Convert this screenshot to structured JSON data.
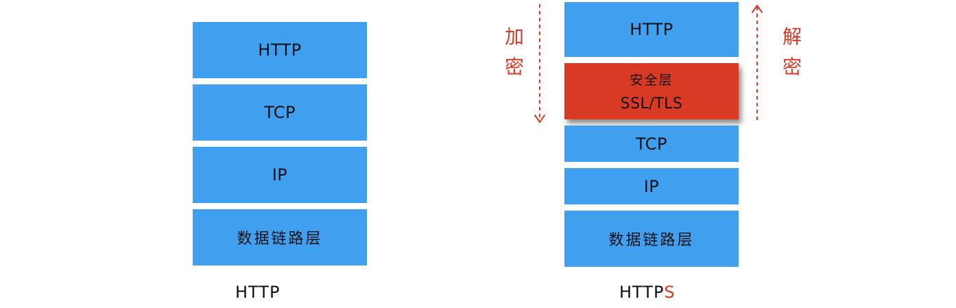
{
  "http_stack": {
    "caption": "HTTP",
    "layers": [
      "HTTP",
      "TCP",
      "IP",
      "数据链路层"
    ]
  },
  "https_stack": {
    "caption_prefix": "HTTP",
    "caption_suffix": "S",
    "layers": {
      "http": "HTTP",
      "security_line1": "安全层",
      "security_line2": "SSL/TLS",
      "tcp": "TCP",
      "ip": "IP",
      "datalink": "数据链路层"
    }
  },
  "labels": {
    "encrypt": [
      "加",
      "密"
    ],
    "decrypt": [
      "解",
      "密"
    ]
  },
  "colors": {
    "layer_blue": "#419ff0",
    "security_red": "#d93a24",
    "annotation_red": "#d93a24"
  }
}
